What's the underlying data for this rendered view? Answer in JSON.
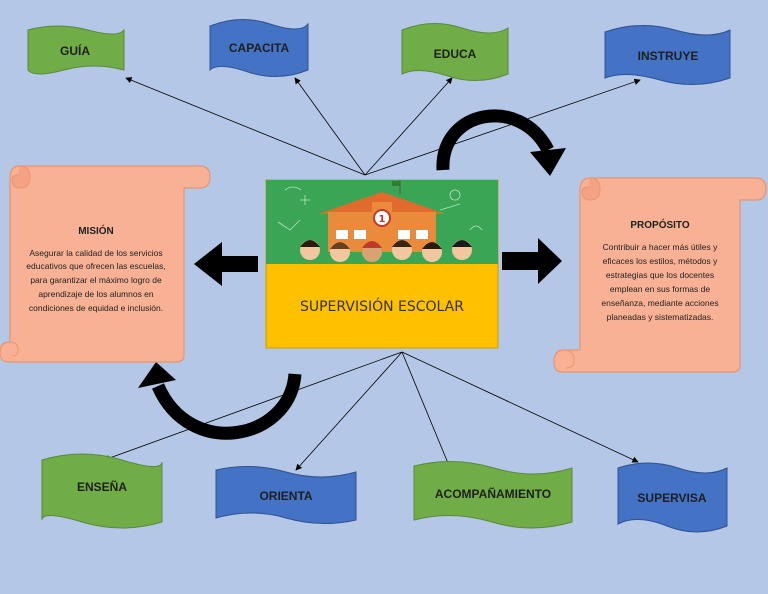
{
  "colors": {
    "background": "#b4c7e7",
    "green_flag": "#70ad47",
    "blue_flag": "#4472c4",
    "scroll_fill": "#f8b195",
    "center_bottom": "#ffc000",
    "arrow": "#000000"
  },
  "center": {
    "title": "SUPERVISIÓN ESCOLAR",
    "image_icon": "school-children-illustration"
  },
  "mission": {
    "title": "MISIÓN",
    "lines": [
      "Asegurar la calidad de los servicios",
      "educativos que ofrecen las escuelas,",
      "para garantizar el máximo logro de",
      "aprendizaje de los alumnos en",
      "condiciones de equidad e inclusión."
    ]
  },
  "purpose": {
    "title": "PROPÓSITO",
    "lines": [
      "Contribuir a hacer más útiles y",
      "eficaces los estilos, métodos y",
      "estrategias que los docentes",
      "emplean en sus formas de",
      "enseñanza, mediante acciones",
      "planeadas y sistematizadas."
    ]
  },
  "top_flags": [
    {
      "label": "GUÍA",
      "color": "green"
    },
    {
      "label": "CAPACITA",
      "color": "blue"
    },
    {
      "label": "EDUCA",
      "color": "green"
    },
    {
      "label": "INSTRUYE",
      "color": "blue"
    }
  ],
  "bottom_flags": [
    {
      "label": "ENSEÑA",
      "color": "green"
    },
    {
      "label": "ORIENTA",
      "color": "blue"
    },
    {
      "label": "ACOMPAÑAMIENTO",
      "color": "green"
    },
    {
      "label": "SUPERVISA",
      "color": "blue"
    }
  ]
}
